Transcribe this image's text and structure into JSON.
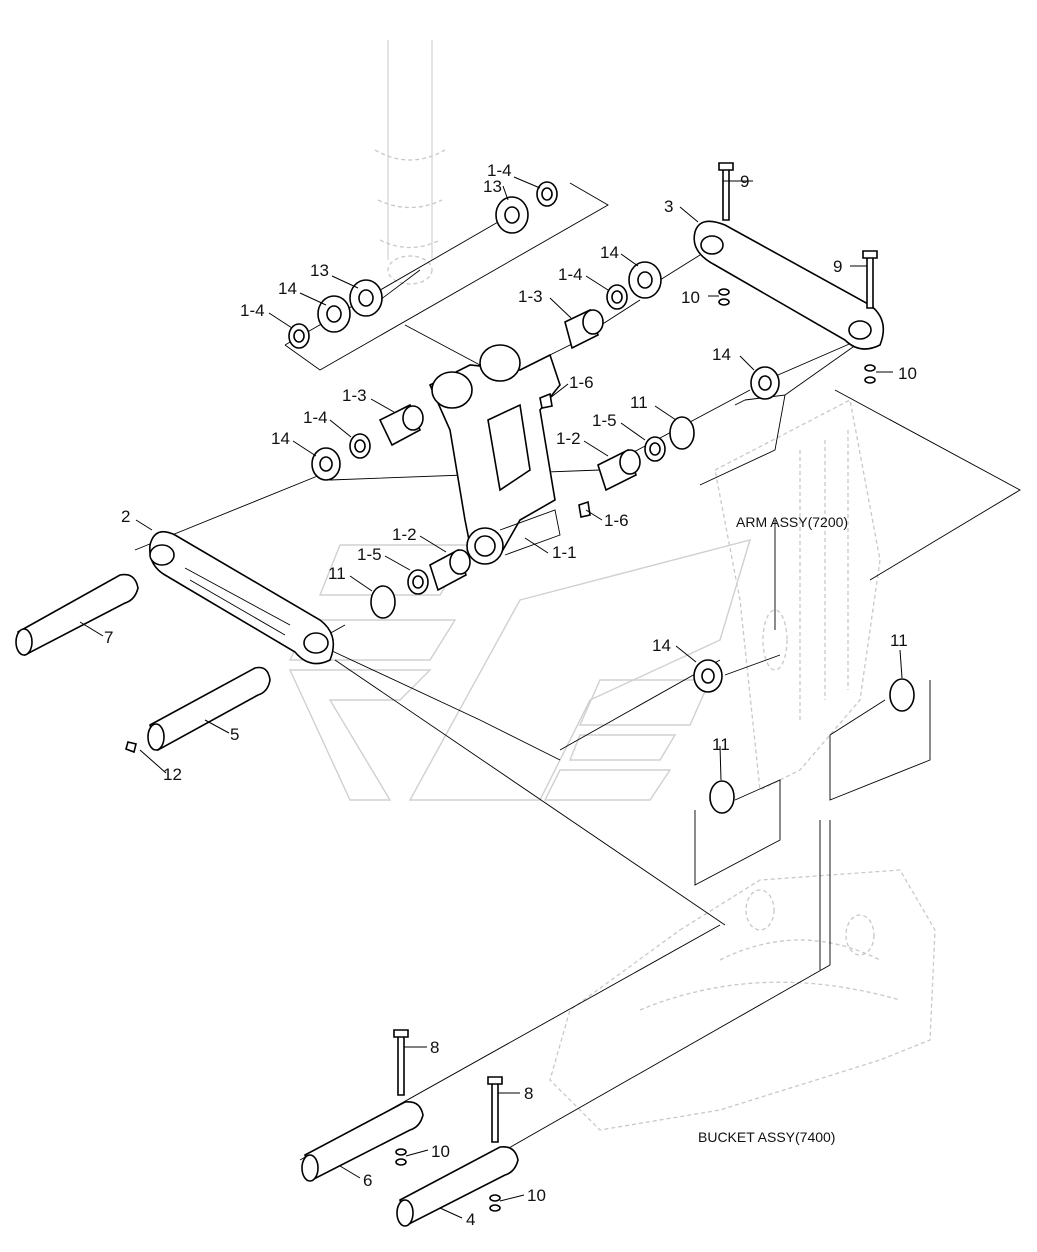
{
  "diagram": {
    "callouts": {
      "p1_4_top": "1-4",
      "p13_top": "13",
      "p13_mid": "13",
      "p14_left": "14",
      "p1_4_left": "1-4",
      "p14_upper_mid": "14",
      "p1_4_mid": "1-4",
      "p1_3_upper": "1-3",
      "p1_6_upper": "1-6",
      "p1_3_lower": "1-3",
      "p1_4_lower": "1-4",
      "p14_lower_left": "14",
      "p11_upper": "11",
      "p1_5_upper": "1-5",
      "p1_2_upper": "1-2",
      "p1_6_lower": "1-6",
      "p1_1": "1-1",
      "p1_2_lower": "1-2",
      "p1_5_lower": "1-5",
      "p11_left": "11",
      "p2": "2",
      "p7": "7",
      "p5": "5",
      "p12": "12",
      "p9_top": "9",
      "p3": "3",
      "p9_right": "9",
      "p10_upper": "10",
      "p10_right": "10",
      "p14_right": "14",
      "p14_center": "14",
      "p11_right": "11",
      "p11_center": "11",
      "p8_left": "8",
      "p8_right": "8",
      "p10_bottom_left": "10",
      "p10_bottom_right": "10",
      "p6": "6",
      "p4": "4"
    },
    "assemblies": {
      "arm": "ARM ASSY(7200)",
      "bucket": "BUCKET ASSY(7400)"
    }
  }
}
